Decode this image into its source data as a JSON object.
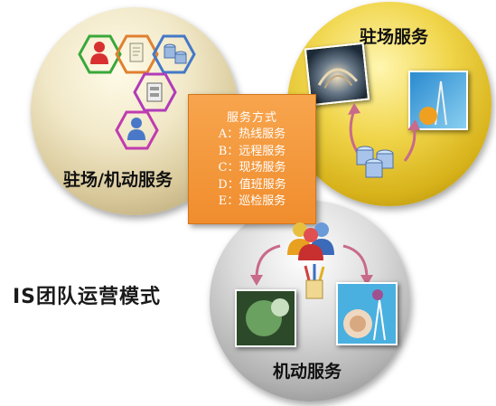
{
  "title": "IS团队运营模式",
  "spheres": {
    "left": {
      "label": "驻场/机动服务"
    },
    "right": {
      "label": "驻场服务"
    },
    "bottom": {
      "label": "机动服务"
    }
  },
  "service_modes": {
    "title": "服务方式",
    "items": [
      "A：热线服务",
      "B：远程服务",
      "C：现场服务",
      "D：值班服务",
      "E：巡检服务"
    ]
  },
  "colors": {
    "left_sphere": "#e6dcb4",
    "right_sphere": "#e6c22c",
    "bottom_sphere": "#c4c4c4",
    "mode_box": "#f39a3c",
    "arrow": "#c96a8a"
  },
  "icons": [
    "user-red-icon",
    "document-icon",
    "database-icon",
    "server-icon",
    "user-blue-icon",
    "users-icon",
    "pencil-cup-icon"
  ]
}
